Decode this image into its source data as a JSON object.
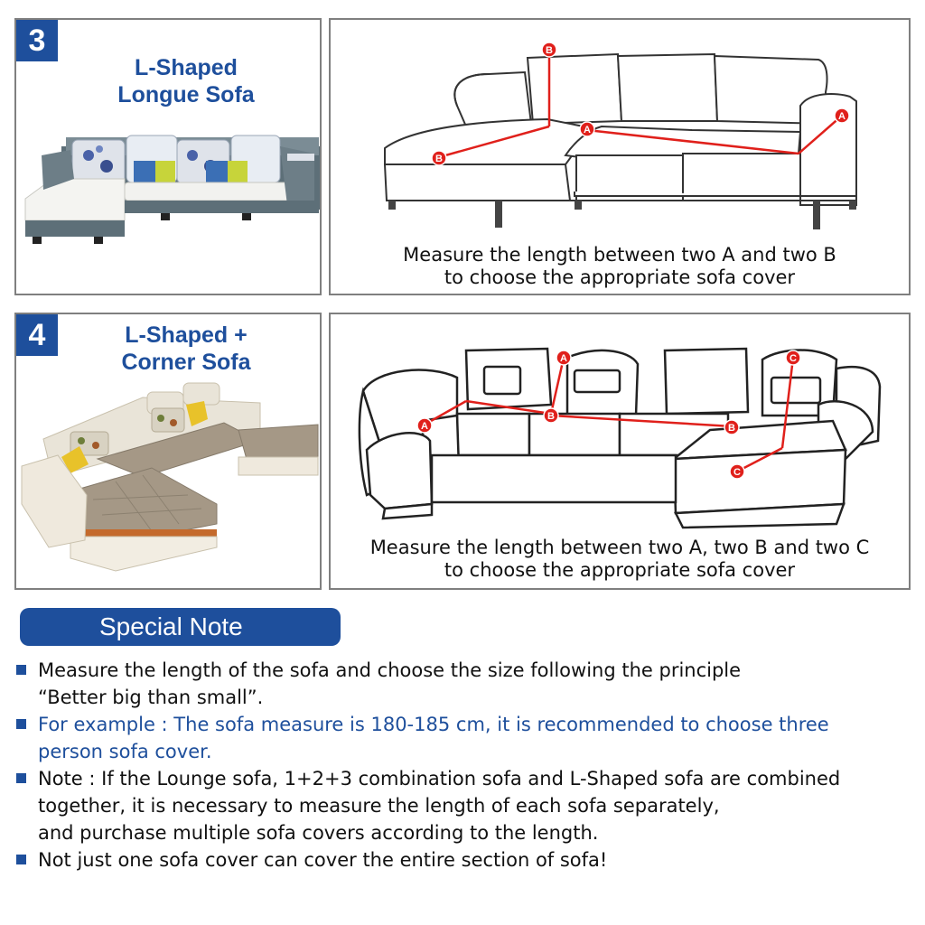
{
  "models": [
    {
      "number": "3",
      "title_line1": "L-Shaped",
      "title_line2": "Longue Sofa",
      "caption_line1": "Measure the length between two A and two B",
      "caption_line2": "to choose the appropriate sofa cover",
      "markers": [
        "A",
        "B"
      ]
    },
    {
      "number": "4",
      "title_line1": "L-Shaped +",
      "title_line2": "Corner Sofa",
      "caption_line1": "Measure the length between two A, two B and two C",
      "caption_line2": "to choose the appropriate sofa cover",
      "markers": [
        "A",
        "B",
        "C"
      ]
    }
  ],
  "special_note": {
    "title": "Special Note",
    "items": [
      {
        "lines": [
          "Measure the length of the sofa and choose the size following the principle",
          "“Better big than small”."
        ],
        "highlight": false
      },
      {
        "lines": [
          "For example : The sofa measure is 180-185 cm, it is recommended to choose three",
          "person sofa cover."
        ],
        "highlight": true
      },
      {
        "lines": [
          "Note : If the Lounge sofa, 1+2+3 combination sofa and L-Shaped sofa are combined",
          "together, it is necessary to measure the length of each sofa separately,",
          "and purchase multiple sofa covers according to the length."
        ],
        "highlight": false
      },
      {
        "lines": [
          "Not just one sofa cover can cover the entire section of sofa!"
        ],
        "highlight": false
      }
    ]
  },
  "colors": {
    "brand_blue": "#1e4f9c",
    "marker_red": "#e0201b",
    "panel_border": "#7f7f7f"
  }
}
